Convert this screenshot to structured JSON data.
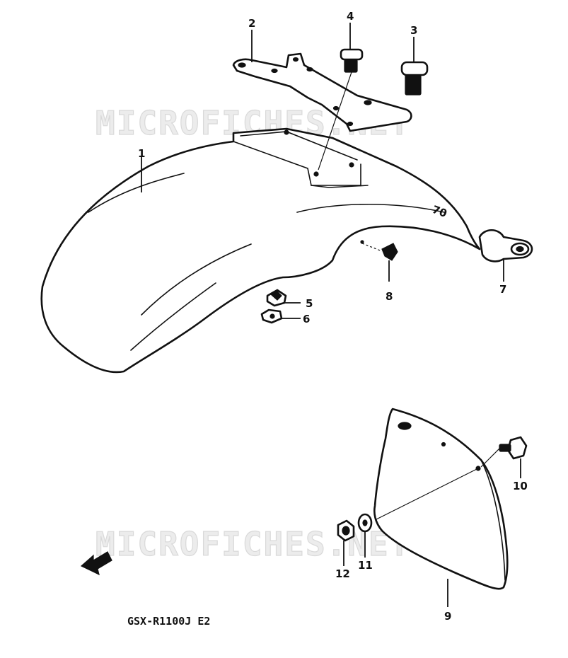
{
  "watermark_text": "MICROFICHES.NET",
  "model_label": "GSX-R1100J E2",
  "callouts": [
    "1",
    "2",
    "3",
    "4",
    "5",
    "6",
    "7",
    "8",
    "9",
    "10",
    "11",
    "12"
  ],
  "fender_marking": "70",
  "icons": [
    "front-direction-arrow-icon"
  ]
}
